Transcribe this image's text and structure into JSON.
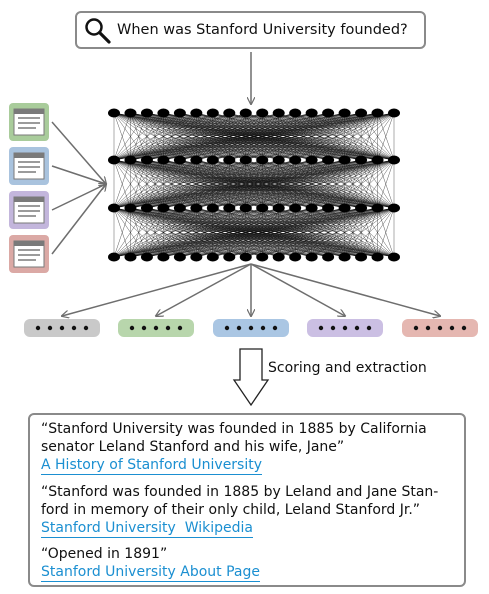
{
  "query": {
    "text": "When was Stanford University founded?",
    "icon": "search-icon"
  },
  "documents": [
    {
      "icon": "document-icon",
      "color": "#a9cc9b"
    },
    {
      "icon": "document-icon",
      "color": "#a9c3de"
    },
    {
      "icon": "document-icon",
      "color": "#c3b6dc"
    },
    {
      "icon": "document-icon",
      "color": "#dba9a5"
    }
  ],
  "embeddings": [
    {
      "color": "#c9c9c9"
    },
    {
      "color": "#b8d6ac"
    },
    {
      "color": "#aac6e3"
    },
    {
      "color": "#cbbfe3"
    },
    {
      "color": "#e5b7b1"
    }
  ],
  "network": {
    "layers": 4,
    "nodes_per_layer": 18
  },
  "step_label": "Scoring and extraction",
  "results": [
    {
      "quote": "“Stanford University was founded in 1885 by California\nsenator Leland Stanford and his wife, Jane”",
      "source": "A History of Stanford University"
    },
    {
      "quote": "“Stanford was founded in 1885 by Leland and Jane Stan-\nford in memory of their only child, Leland Stanford Jr.”",
      "source": "Stanford University  Wikipedia"
    },
    {
      "quote": "“Opened in 1891”",
      "source": "Stanford University About Page"
    }
  ],
  "colors": {
    "border": "#8a8a8a",
    "link": "#1b8fd1",
    "arrow": "#6e6e6e"
  }
}
